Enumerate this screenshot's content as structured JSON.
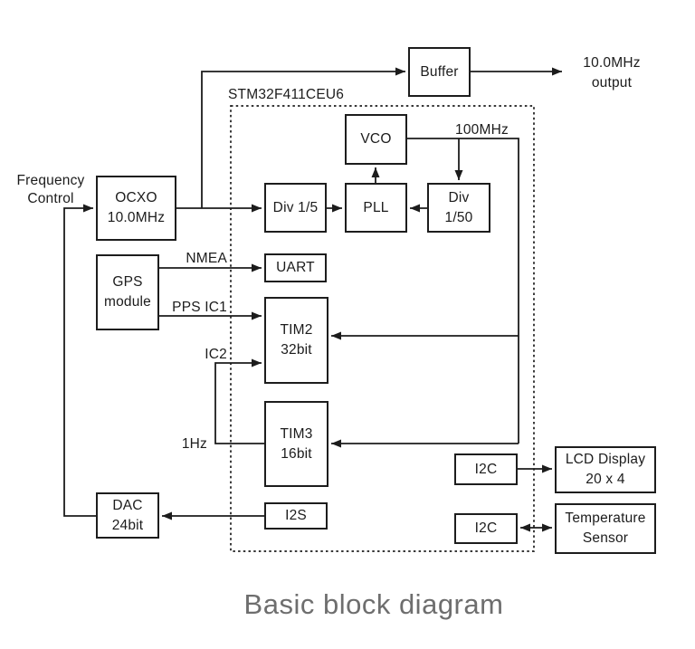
{
  "title": "Basic block diagram",
  "mcu": {
    "label": "STM32F411CEU6"
  },
  "blocks": {
    "buffer": {
      "line1": "Buffer"
    },
    "ocxo": {
      "line1": "OCXO",
      "line2": "10.0MHz"
    },
    "gps": {
      "line1": "GPS",
      "line2": "module"
    },
    "vco": {
      "line1": "VCO"
    },
    "div5": {
      "line1": "Div 1/5"
    },
    "pll": {
      "line1": "PLL"
    },
    "div50": {
      "line1": "Div",
      "line2": "1/50"
    },
    "uart": {
      "line1": "UART"
    },
    "tim2": {
      "line1": "TIM2",
      "line2": "32bit"
    },
    "tim3": {
      "line1": "TIM3",
      "line2": "16bit"
    },
    "i2s": {
      "line1": "I2S"
    },
    "dac": {
      "line1": "DAC",
      "line2": "24bit"
    },
    "i2c_lcd": {
      "line1": "I2C"
    },
    "i2c_temp": {
      "line1": "I2C"
    },
    "lcd": {
      "line1": "LCD Display",
      "line2": "20 x 4"
    },
    "temp": {
      "line1": "Temperature",
      "line2": "Sensor"
    }
  },
  "labels": {
    "frequency_control_line1": "Frequency",
    "frequency_control_line2": "Control",
    "output_line1": "10.0MHz",
    "output_line2": "output",
    "vco_freq": "100MHz",
    "nmea": "NMEA",
    "pps": "PPS IC1",
    "ic2": "IC2",
    "one_hz": "1Hz"
  },
  "colors": {
    "line": "#1c1c1c",
    "box_border": "#1d1d1d",
    "title_text": "#6e6e6e",
    "background": "#ffffff"
  }
}
